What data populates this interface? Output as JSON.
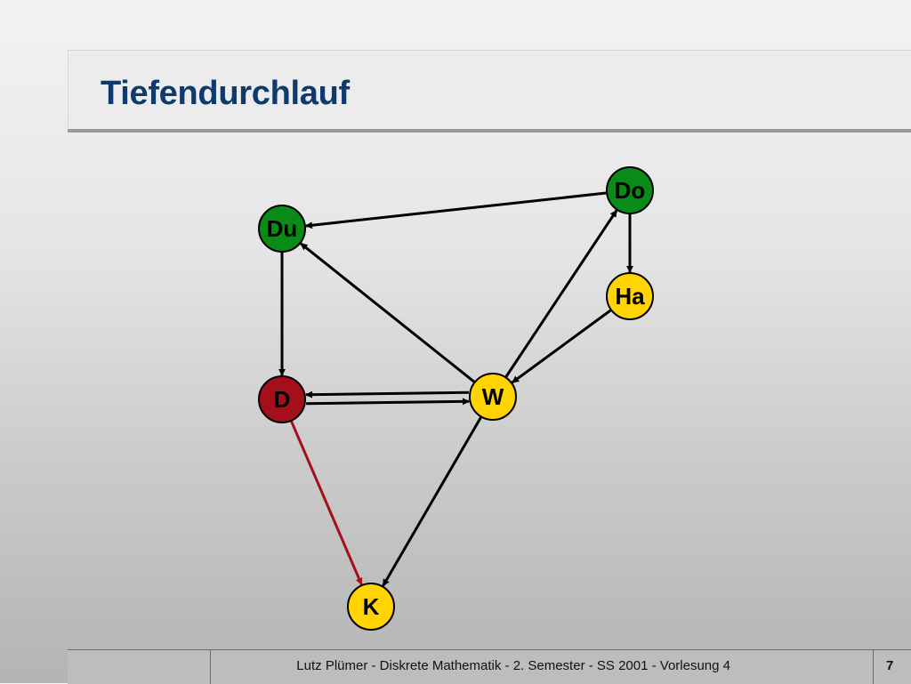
{
  "slide": {
    "title": "Tiefendurchlauf"
  },
  "graph": {
    "nodes": [
      {
        "id": "Do",
        "label": "Do",
        "fill": "#0a8a16",
        "text_color": "#000000"
      },
      {
        "id": "Du",
        "label": "Du",
        "fill": "#0a8a16",
        "text_color": "#000000"
      },
      {
        "id": "Ha",
        "label": "Ha",
        "fill": "#ffd400",
        "text_color": "#000000"
      },
      {
        "id": "D",
        "label": "D",
        "fill": "#a50f1c",
        "text_color": "#000000"
      },
      {
        "id": "W",
        "label": "W",
        "fill": "#ffd400",
        "text_color": "#000000"
      },
      {
        "id": "K",
        "label": "K",
        "fill": "#ffd400",
        "text_color": "#000000"
      }
    ],
    "edges": [
      {
        "from": "Do",
        "to": "Du",
        "color": "#000000"
      },
      {
        "from": "Do",
        "to": "Ha",
        "color": "#000000"
      },
      {
        "from": "Du",
        "to": "D",
        "color": "#000000"
      },
      {
        "from": "W",
        "to": "Du",
        "color": "#000000"
      },
      {
        "from": "W",
        "to": "Do",
        "color": "#000000"
      },
      {
        "from": "Ha",
        "to": "W",
        "color": "#000000"
      },
      {
        "from": "D",
        "to": "W",
        "color": "#000000"
      },
      {
        "from": "W",
        "to": "D",
        "color": "#000000"
      },
      {
        "from": "W",
        "to": "K",
        "color": "#000000"
      },
      {
        "from": "D",
        "to": "K",
        "color": "#a50f1c"
      }
    ]
  },
  "footer": {
    "text": "Lutz Plümer  -  Diskrete Mathematik  -  2. Semester  -  SS 2001  -  Vorlesung 4",
    "page": "7"
  }
}
